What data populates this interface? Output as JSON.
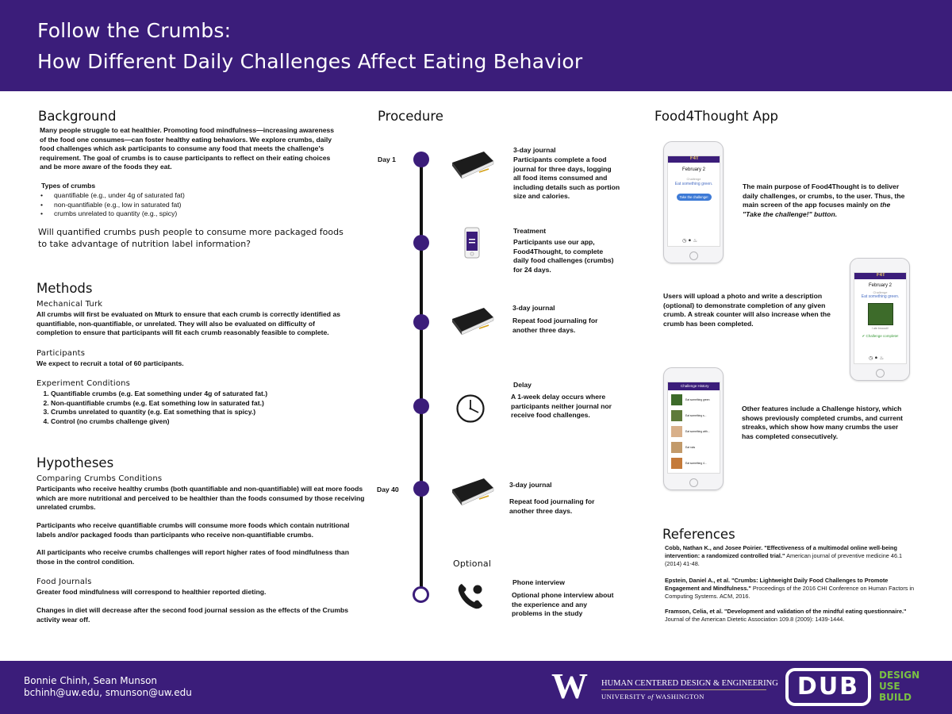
{
  "title": {
    "line1": "Follow the Crumbs:",
    "line2": "How Different Daily Challenges Affect Eating Behavior"
  },
  "background": {
    "heading": "Background",
    "paragraph": "Many people struggle to eat healthier. Promoting food mindfulness—increasing awareness of the food one consumes—can foster healthy eating behaviors. We explore crumbs, daily food challenges which ask participants to consume any food that meets the challenge's requirement. The goal of crumbs is to cause participants to reflect on their eating choices and be more aware of the foods they eat.",
    "types_heading": "Types of crumbs",
    "types": [
      "quantifiable (e.g., under 4g of saturated fat)",
      "non-quantifiable (e.g., low in saturated fat)",
      "crumbs unrelated to quantity (e.g., spicy)"
    ],
    "question": "Will quantified crumbs push people to consume more packaged foods to take advantage of nutrition label information?"
  },
  "methods": {
    "heading": "Methods",
    "mturk_heading": "Mechanical Turk",
    "mturk_text": "All crumbs will first be evaluated on Mturk to ensure that each crumb is correctly identified as quantifiable, non-quantifiable, or unrelated. They will also be evaluated on difficulty of completion to ensure that participants will fit each crumb reasonably feasible to complete.",
    "participants_heading": "Participants",
    "participants_text": "We expect to recruit a total of 60 participants.",
    "conditions_heading": "Experiment Conditions",
    "conditions": [
      "Quantifiable crumbs (e.g. Eat something under 4g of saturated fat.)",
      "Non-quantifiable crumbs (e.g. Eat something low in saturated fat.)",
      "Crumbs unrelated to quantity (e.g. Eat something that is spicy.)",
      "Control (no crumbs challenge given)"
    ]
  },
  "hypotheses": {
    "heading": "Hypotheses",
    "comparing_heading": "Comparing Crumbs Conditions",
    "h1": "Participants who receive healthy crumbs (both quantifiable and non-quantifiable) will eat more foods which are more nutritional and perceived to be healthier than the foods consumed by those receiving unrelated crumbs.",
    "h2": "Participants who receive quantifiable crumbs will consume more foods which contain nutritional labels and/or packaged foods than participants who receive non-quantifiable crumbs.",
    "h3": "All participants who receive crumbs challenges will report higher rates of food mindfulness than those in the control condition.",
    "journals_heading": "Food Journals",
    "h4": "Greater food mindfulness will correspond to healthier reported dieting.",
    "h5": "Changes in diet will decrease after the second food journal session as the effects of the Crumbs activity wear off."
  },
  "procedure": {
    "heading": "Procedure",
    "day1": "Day 1",
    "day40": "Day 40",
    "optional": "Optional",
    "steps": [
      {
        "title": "3-day journal",
        "text": "Participants complete a food journal for three days, logging all food items consumed and including details such as portion size and calories."
      },
      {
        "title": "Treatment",
        "text": "Participants use our app, Food4Thought, to complete daily food challenges (crumbs) for 24 days."
      },
      {
        "title": "3-day journal",
        "text": "Repeat food journaling for another three days."
      },
      {
        "title": "Delay",
        "text": "A 1-week delay occurs where participants neither journal nor receive food challenges."
      },
      {
        "title": "3-day journal",
        "text": "Repeat food journaling for another three days."
      },
      {
        "title": "Phone interview",
        "text": "Optional phone interview about the experience and any problems in the study"
      }
    ]
  },
  "app": {
    "heading": "Food4Thought App",
    "desc1": "The main purpose of Food4Thought is to deliver daily challenges, or crumbs, to the user. Thus, the main screen of the app focuses mainly on",
    "desc1_em": "the \"Take the challenge!\" button.",
    "desc2": "Users will upload a photo and write a description (optional) to demonstrate completion of any given crumb. A streak counter will also increase when the crumb has been completed.",
    "desc3": "Other features include a Challenge history, which shows previously completed crumbs, and current streaks, which show how many crumbs the user has completed consecutively.",
    "screen": {
      "logo": "F4T",
      "date": "February 2",
      "challenge_label": "Challenge",
      "challenge": "Eat something green.",
      "button": "Take the challenge!",
      "caption": "I ate broccoli!",
      "complete": "Challenge complete!",
      "history_title": "Challenge History",
      "history_items": [
        "Eat something green",
        "Eat something s...",
        "Eat something with...",
        "Eat nuts",
        "Eat something 4..."
      ]
    }
  },
  "references": {
    "heading": "References",
    "r1_a": "Cobb, Nathan K., and Josee Poirier. \"Effectiveness of a multimodal online well-being intervention: a randomized controlled trial.\"",
    "r1_b": "American journal of preventive medicine 46.1 (2014) 41-48.",
    "r2_a": "Epstein, Daniel A., et al. \"Crumbs: Lightweight Daily Food Challenges to Promote Engagement and Mindfulness.\"",
    "r2_b": "Proceedings of the 2016 CHI Conference on Human Factors in Computing Systems. ACM, 2016.",
    "r3_a": "Framson, Celia, et al. \"Development and validation of the mindful eating questionnaire.\"",
    "r3_b": "Journal of the American Dietetic Association 109.8 (2009): 1439-1444."
  },
  "footer": {
    "authors": "Bonnie Chinh, Sean Munson",
    "emails": "bchinh@uw.edu, smunson@uw.edu",
    "uw_mark": "W",
    "hcde_line1": "HUMAN CENTERED DESIGN & ENGINEERING",
    "hcde_line2_a": "UNIVERSITY",
    "hcde_line2_of": "of",
    "hcde_line2_b": "WASHINGTON",
    "dub_mark": "DUB",
    "dub_words": [
      "DESIGN",
      "USE",
      "BUILD"
    ]
  },
  "colors": {
    "brand_purple": "#3b1d7a",
    "dub_green": "#7ac143",
    "uw_gold": "#b7a57a"
  }
}
